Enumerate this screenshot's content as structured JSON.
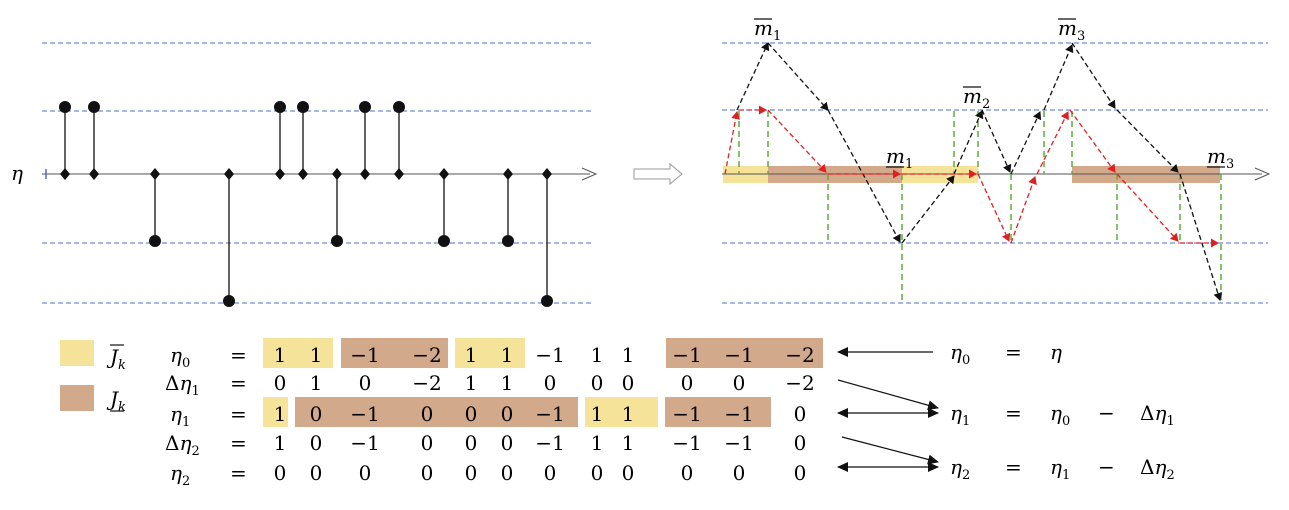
{
  "left_panel": {
    "axis_label": "η",
    "lollipops": [
      {
        "h": 1
      },
      {
        "h": 1
      },
      {
        "h": -1
      },
      {
        "h": -2
      },
      {
        "h": 1
      },
      {
        "h": 1
      },
      {
        "h": -1
      },
      {
        "h": 1
      },
      {
        "h": 1
      },
      {
        "h": -1
      },
      {
        "h": -1
      },
      {
        "h": -2
      }
    ]
  },
  "right_panel": {
    "peaks": [
      {
        "label": "m",
        "sub": "1",
        "kind": "over"
      },
      {
        "label": "m",
        "sub": "2",
        "kind": "over"
      },
      {
        "label": "m",
        "sub": "3",
        "kind": "over"
      },
      {
        "label": "m",
        "sub": "1",
        "kind": "under"
      },
      {
        "label": "m",
        "sub": "3",
        "kind": "under"
      }
    ]
  },
  "legend": [
    {
      "symbol": "J",
      "sub": "k",
      "kind": "over",
      "color": "#f6e39a"
    },
    {
      "symbol": "J",
      "sub": "k",
      "kind": "under",
      "color": "#d2a98a"
    }
  ],
  "table": {
    "rows": [
      {
        "label": "η",
        "sub": "0",
        "eq": "=",
        "values": [
          "1",
          "1",
          "−1",
          "−2",
          "1",
          "1",
          "−1",
          "1",
          "1",
          "−1",
          "−1",
          "−2"
        ]
      },
      {
        "label": "Δη",
        "sub": "1",
        "eq": "=",
        "values": [
          "0",
          "1",
          "0",
          "−2",
          "1",
          "1",
          "0",
          "0",
          "0",
          "0",
          "0",
          "−2"
        ]
      },
      {
        "label": "η",
        "sub": "1",
        "eq": "=",
        "values": [
          "1",
          "0",
          "−1",
          "0",
          "0",
          "0",
          "−1",
          "1",
          "1",
          "−1",
          "−1",
          "0"
        ]
      },
      {
        "label": "Δη",
        "sub": "2",
        "eq": "=",
        "values": [
          "1",
          "0",
          "−1",
          "0",
          "0",
          "0",
          "−1",
          "1",
          "1",
          "−1",
          "−1",
          "0"
        ]
      },
      {
        "label": "η",
        "sub": "2",
        "eq": "=",
        "values": [
          "0",
          "0",
          "0",
          "0",
          "0",
          "0",
          "0",
          "0",
          "0",
          "0",
          "0",
          "0"
        ]
      }
    ]
  },
  "equations": [
    {
      "lhs": "η",
      "lhs_sub": "0",
      "eq": "=",
      "rhs": "η",
      "rhs_sub": "",
      "op": "",
      "rhs2": "",
      "rhs2_sub": ""
    },
    {
      "lhs": "η",
      "lhs_sub": "1",
      "eq": "=",
      "rhs": "η",
      "rhs_sub": "0",
      "op": "−",
      "rhs2": "Δη",
      "rhs2_sub": "1"
    },
    {
      "lhs": "η",
      "lhs_sub": "2",
      "eq": "=",
      "rhs": "η",
      "rhs_sub": "1",
      "op": "−",
      "rhs2": "Δη",
      "rhs2_sub": "2"
    }
  ]
}
